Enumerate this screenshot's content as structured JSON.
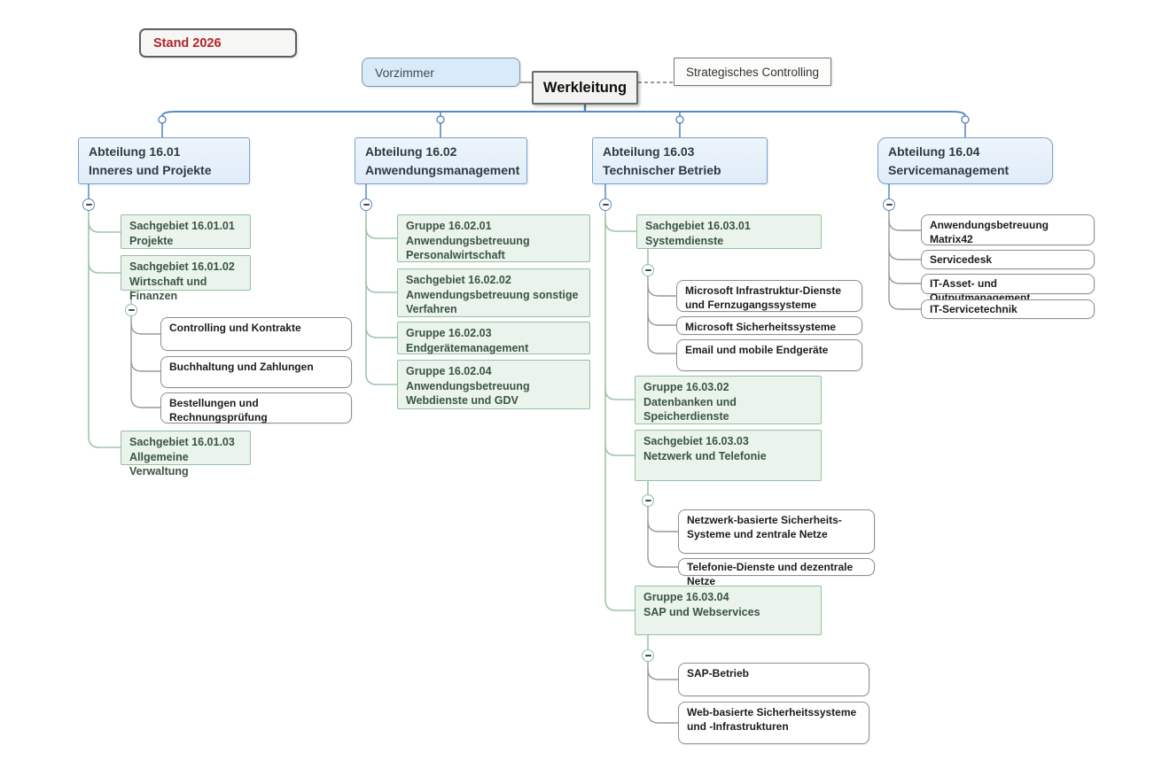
{
  "stand": {
    "label": "Stand 2026"
  },
  "top": {
    "vorzimmer": "Vorzimmer",
    "werkleitung": "Werkleitung",
    "controlling": "Strategisches Controlling"
  },
  "departments": [
    {
      "code": "Abteilung 16.01",
      "name": "Inneres und Projekte"
    },
    {
      "code": "Abteilung 16.02",
      "name": "Anwendungsmanagement"
    },
    {
      "code": "Abteilung 16.03",
      "name": "Technischer Betrieb"
    },
    {
      "code": "Abteilung 16.04",
      "name": "Servicemanagement"
    }
  ],
  "units": {
    "sg160101": {
      "code": "Sachgebiet 16.01.01",
      "name": "Projekte"
    },
    "sg160102": {
      "code": "Sachgebiet 16.01.02",
      "name": "Wirtschaft und Finanzen"
    },
    "sg160103": {
      "code": "Sachgebiet 16.01.03",
      "name": "Allgemeine Verwaltung"
    },
    "gr160201": {
      "code": "Gruppe 16.02.01",
      "name": "Anwendungsbetreuung Personalwirtschaft"
    },
    "sg160202": {
      "code": "Sachgebiet 16.02.02",
      "name": "Anwendungsbetreuung sonstige Verfahren"
    },
    "gr160203": {
      "code": "Gruppe 16.02.03",
      "name": "Endgerätemanagement"
    },
    "gr160204": {
      "code": "Gruppe 16.02.04",
      "name": "Anwendungsbetreuung Webdienste und GDV"
    },
    "sg160301": {
      "code": "Sachgebiet 16.03.01",
      "name": "Systemdienste"
    },
    "gr160302": {
      "code": "Gruppe 16.03.02",
      "name": "Datenbanken und Speicherdienste"
    },
    "sg160303": {
      "code": "Sachgebiet 16.03.03",
      "name": "Netzwerk und Telefonie"
    },
    "gr160304": {
      "code": "Gruppe 16.03.04",
      "name": "SAP und Webservices"
    }
  },
  "teams": {
    "controlling_kontrakte": "Controlling und Kontrakte",
    "buchhaltung_zahlungen": "Buchhaltung und Zahlungen",
    "bestellungen_rechnungspruefung": "Bestellungen und Rechnungsprüfung",
    "ms_infrastruktur": "Microsoft Infrastruktur-Dienste und Fernzugangssysteme",
    "ms_sicherheit": "Microsoft Sicherheitssysteme",
    "email_endgeraete": "Email und mobile Endgeräte",
    "netzwerk_sicherheit": "Netzwerk-basierte Sicherheits-Systeme und zentrale Netze",
    "telefonie": "Telefonie-Dienste und dezentrale Netze",
    "sap_betrieb": "SAP-Betrieb",
    "web_sicherheit": "Web-basierte Sicherheitssysteme und -Infrastrukturen",
    "matrix42": "Anwendungsbetreuung Matrix42",
    "servicedesk": "Servicedesk",
    "it_asset": "IT-Asset- und Outputmanagement",
    "it_servicetechnik": "IT-Servicetechnik"
  },
  "colors": {
    "tree_line_blue": "#5b8abf",
    "tree_line_green": "#a0c5aa",
    "tree_line_gray": "#999999",
    "department_fill": "#e8f1f9",
    "department_border": "#7aa1cc",
    "unit_fill": "#eaf4ec",
    "unit_border": "#94c09f",
    "team_fill": "#ffffff",
    "team_border": "#8f8f8f",
    "stand_text_red": "#b3232b",
    "vorzimmer_fill": "#d9ebf8"
  }
}
